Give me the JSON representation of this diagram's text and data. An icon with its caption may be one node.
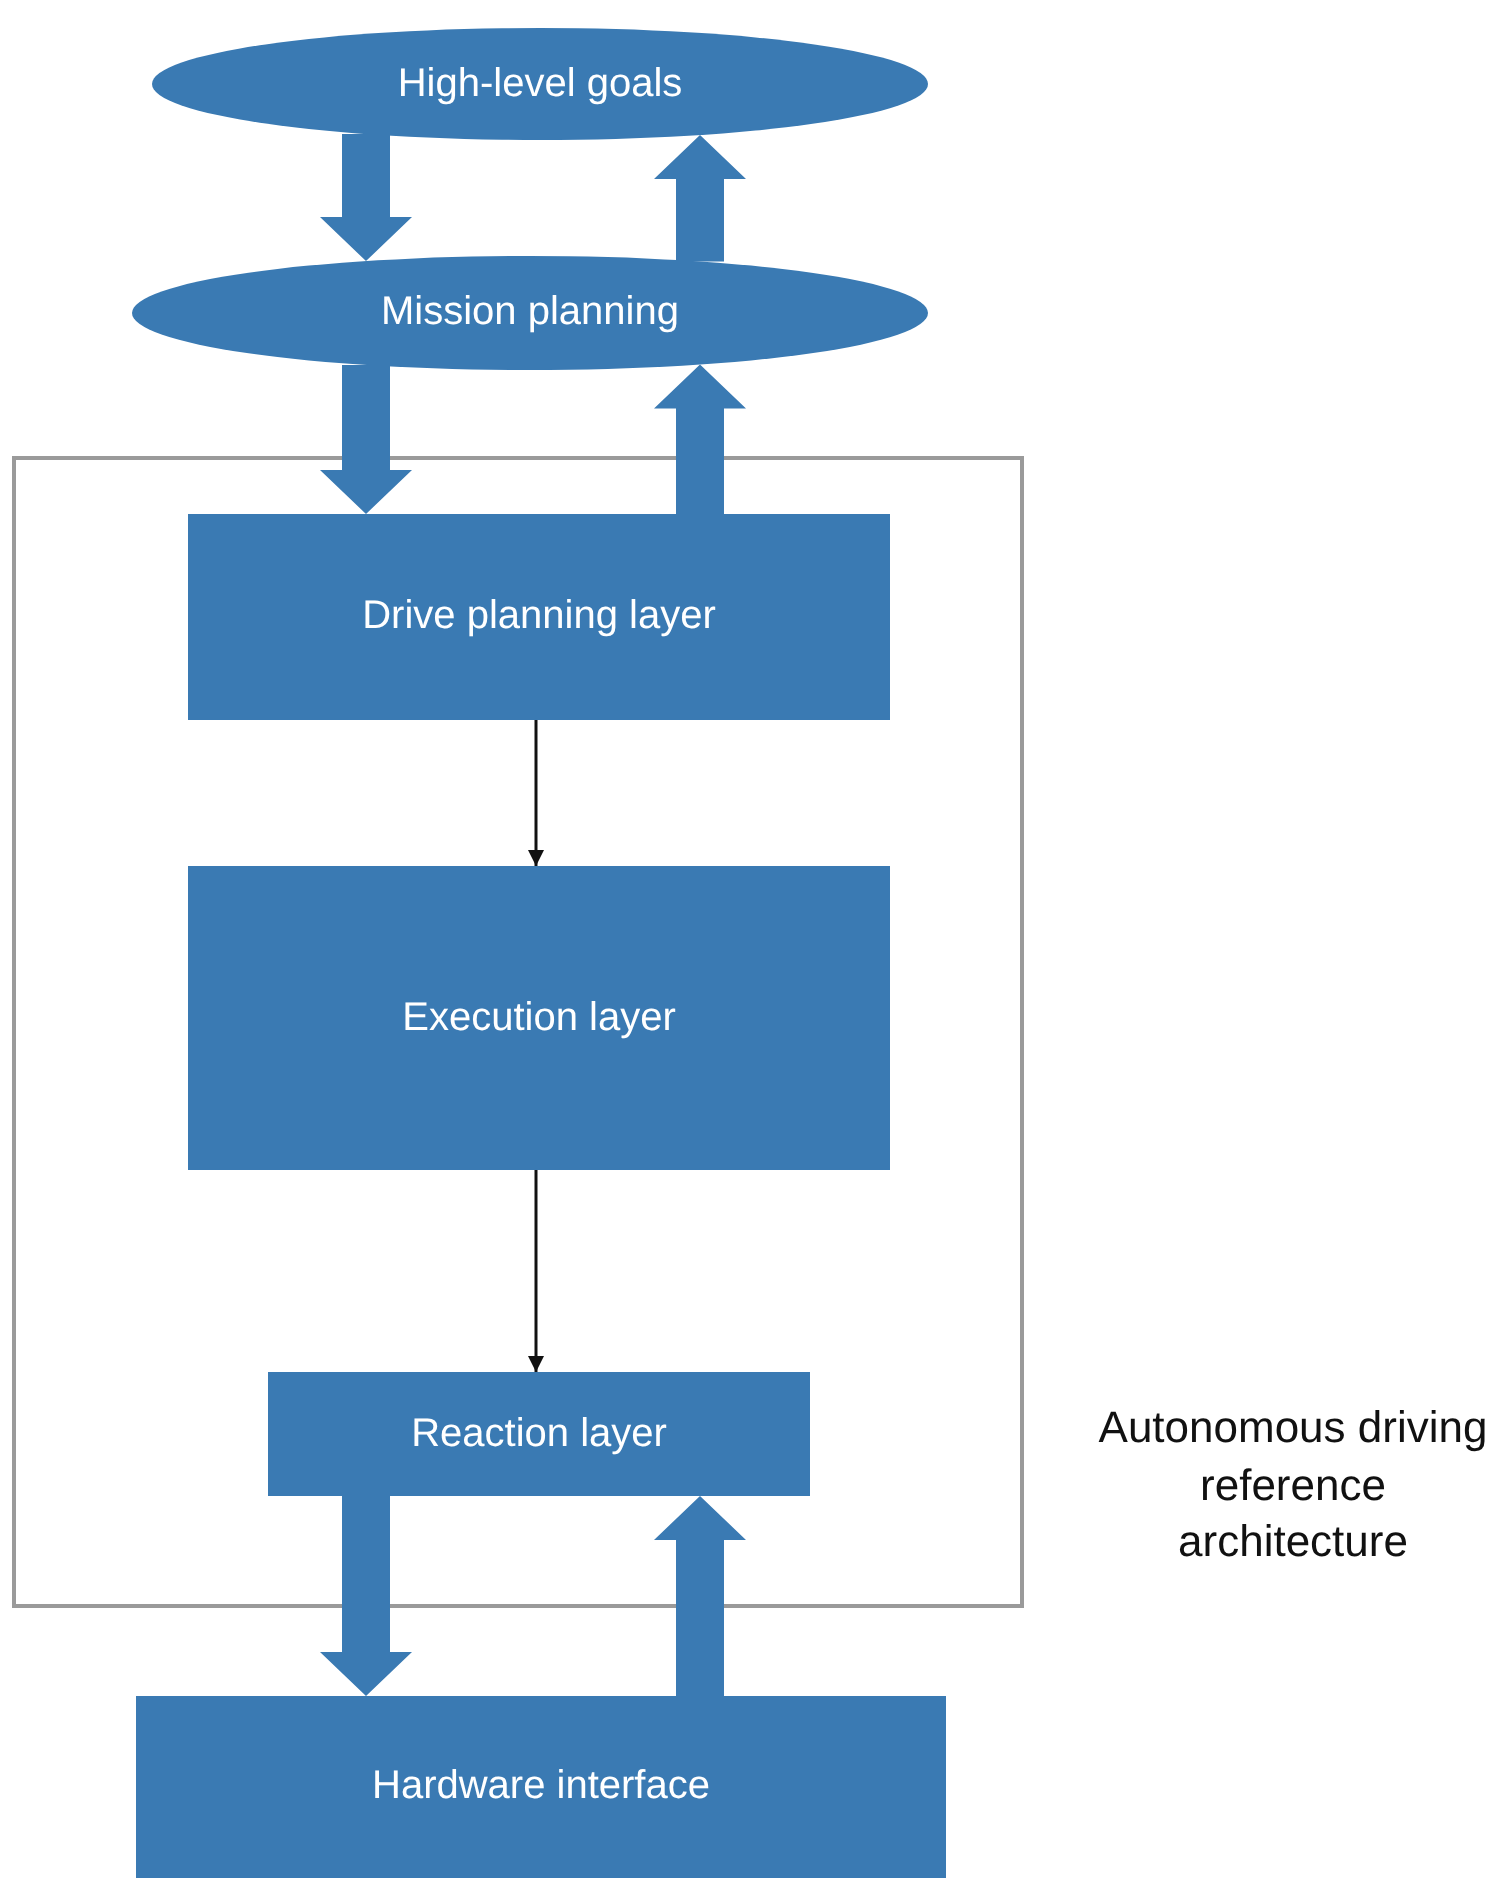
{
  "diagram": {
    "nodes": [
      {
        "text": [
          "High-level goals"
        ]
      },
      {
        "text": [
          "Mission planning"
        ]
      },
      {
        "text": [],
        "shape": "box",
        "beside": [
          "Autonomous driving reference architecture"
        ]
      },
      {
        "text": [
          "Drive planning layer"
        ],
        "in": 2
      },
      {
        "text": [
          "Execution layer"
        ],
        "in": 2
      },
      {
        "text": [
          "Reaction layer"
        ],
        "in": 2
      },
      {
        "text": [
          "Hardware interface"
        ]
      }
    ],
    "edges": [
      {
        "from": 0,
        "to": 1,
        "arrow": "to",
        "style": "thick"
      },
      {
        "from": 1,
        "to": 0,
        "arrow": "to",
        "style": "thick"
      },
      {
        "from": 1,
        "to": 3,
        "arrow": "to",
        "style": "thick"
      },
      {
        "from": 3,
        "to": 1,
        "arrow": "to",
        "style": "thick"
      },
      {
        "from": 3,
        "to": 4,
        "arrow": "to"
      },
      {
        "from": 4,
        "to": 5,
        "arrow": "to"
      },
      {
        "from": 5,
        "to": 6,
        "arrow": "to",
        "style": "thick"
      },
      {
        "from": 6,
        "to": 5,
        "arrow": "to",
        "style": "thick"
      }
    ]
  }
}
